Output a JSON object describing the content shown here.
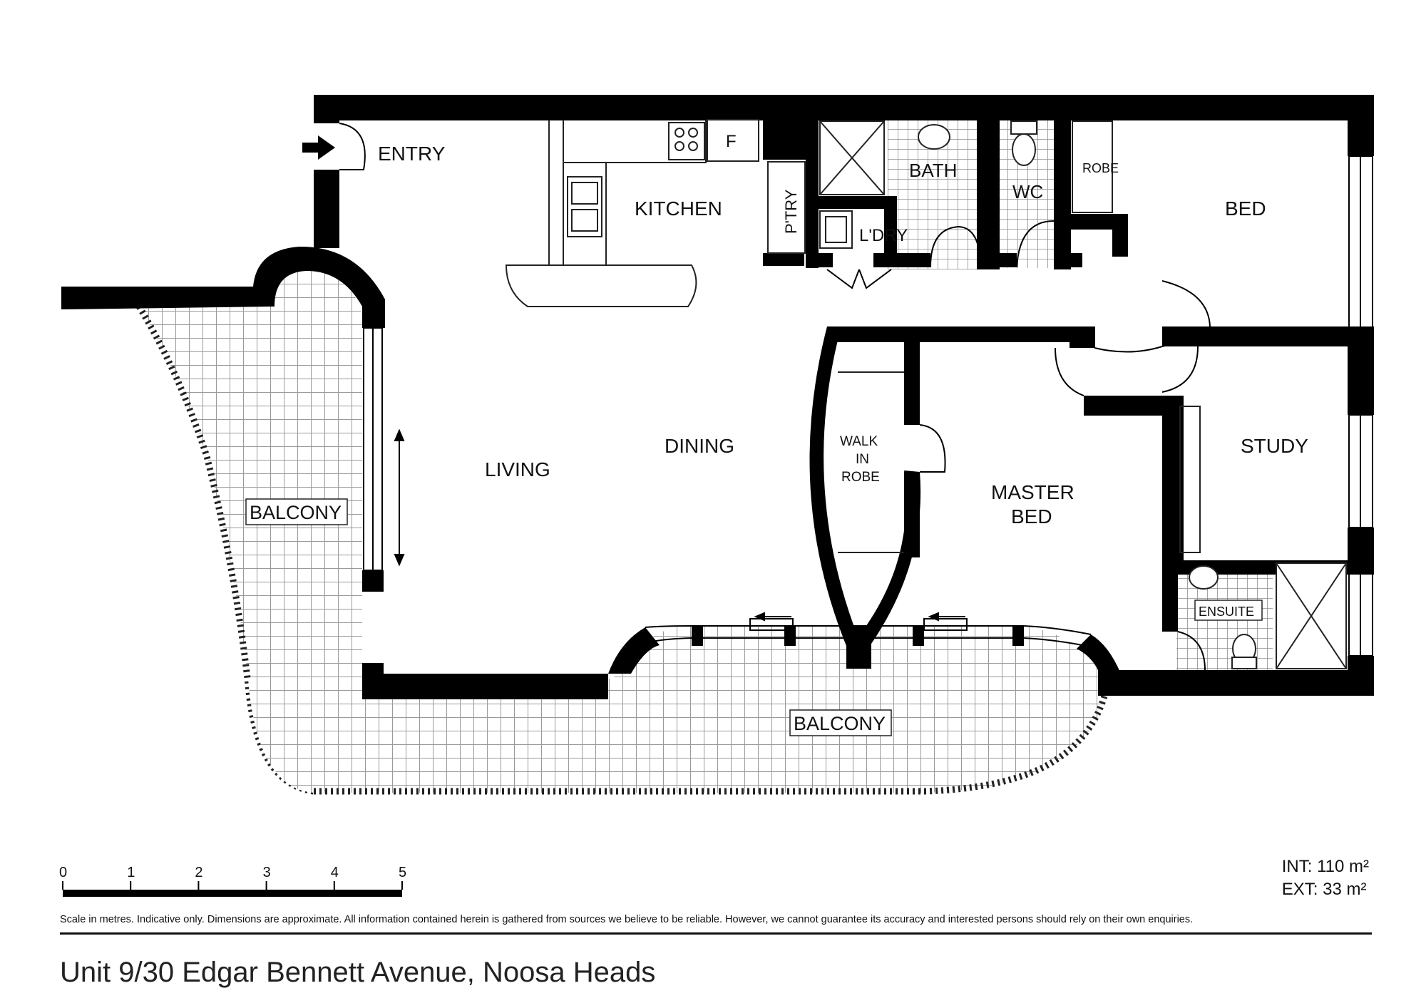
{
  "rooms": {
    "entry": "ENTRY",
    "kitchen": "KITCHEN",
    "fridge": "F",
    "pantry": "P'TRY",
    "bath": "BATH",
    "laundry": "L'DRY",
    "wc": "WC",
    "robe": "ROBE",
    "bed": "BED",
    "living": "LIVING",
    "dining": "DINING",
    "walk_in_robe_1": "WALK",
    "walk_in_robe_2": "IN",
    "walk_in_robe_3": "ROBE",
    "master_bed_1": "MASTER",
    "master_bed_2": "BED",
    "study": "STUDY",
    "ensuite": "ENSUITE",
    "balcony_west": "BALCONY",
    "balcony_south": "BALCONY"
  },
  "scale": {
    "ticks": [
      "0",
      "1",
      "2",
      "3",
      "4",
      "5"
    ]
  },
  "areas": {
    "internal": "INT: 110 m²",
    "external": "EXT: 33 m²"
  },
  "disclaimer": "Scale in metres. Indicative only. Dimensions are approximate. All information contained herein is gathered from sources we believe to be reliable. However, we cannot guarantee its accuracy and interested persons should rely on their own enquiries.",
  "address": "Unit 9/30 Edgar Bennett Avenue, Noosa Heads"
}
